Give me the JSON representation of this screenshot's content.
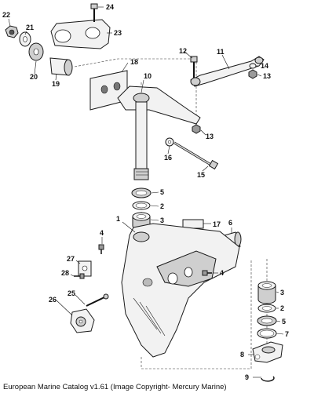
{
  "caption": "European Marine Catalog v1.61 (Image Copyright- Mercury Marine)",
  "callouts": {
    "c1": "1",
    "c2a": "2",
    "c2b": "2",
    "c3a": "3",
    "c3b": "3",
    "c4a": "4",
    "c4b": "4",
    "c5a": "5",
    "c5b": "5",
    "c6": "6",
    "c7": "7",
    "c8": "8",
    "c9": "9",
    "c10": "10",
    "c11": "11",
    "c12": "12",
    "c13a": "13",
    "c13b": "13",
    "c14": "14",
    "c15": "15",
    "c16": "16",
    "c17": "17",
    "c18": "18",
    "c19": "19",
    "c20": "20",
    "c21": "21",
    "c22": "22",
    "c23": "23",
    "c24": "24",
    "c25": "25",
    "c26": "26",
    "c27": "27",
    "c28": "28"
  }
}
